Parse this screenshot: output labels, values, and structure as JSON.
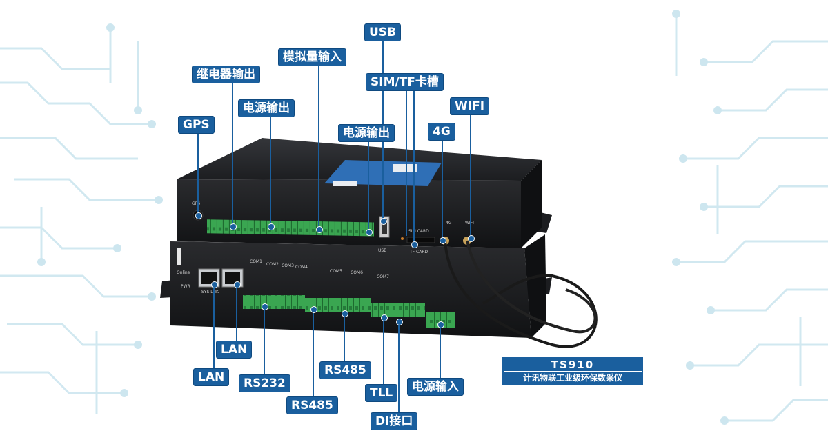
{
  "labels": {
    "usb": "USB",
    "analog_input": "模拟量输入",
    "relay_output": "继电器输出",
    "sim_tf_slot": "SIM/TF卡槽",
    "power_output_1": "电源输出",
    "power_output_2": "电源输出",
    "wifi": "WIFI",
    "gps": "GPS",
    "lte_4g": "4G",
    "lan_1": "LAN",
    "lan_2": "LAN",
    "rs232": "RS232",
    "rs485_1": "RS485",
    "rs485_2": "RS485",
    "ttl": "TLL",
    "power_input": "电源输入",
    "di_port": "DI接口"
  },
  "model": {
    "name": "TS910",
    "description": "计讯物联工业级环保数采仪"
  },
  "device_print": {
    "usb": "USB",
    "tf_card": "TF CARD",
    "sim_card": "SIM CARD",
    "gps": "GPS",
    "wifi": "WIFI",
    "lte": "4G",
    "sys_link": "SYS LNK",
    "pwr": "PWR",
    "online": "Online",
    "com1": "COM1",
    "com2": "COM2",
    "com3": "COM3",
    "com4": "COM4",
    "com5": "COM5",
    "com6": "COM6",
    "com7": "COM7"
  },
  "colors": {
    "label_bg": "#1a5f9e",
    "device_body": "#1b1c1e",
    "terminal_green": "#3aa651",
    "circuit_bg": "#d6ecf3"
  }
}
